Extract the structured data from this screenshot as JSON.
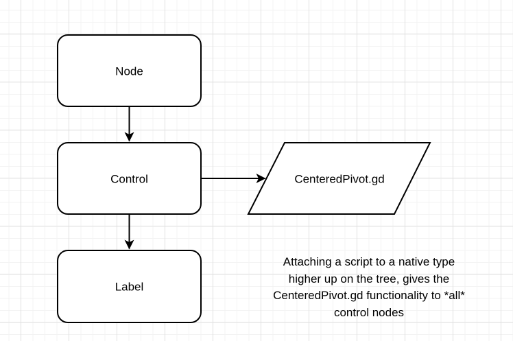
{
  "diagram": {
    "canvas": {
      "background_color": "#ffffff",
      "minor_grid_color": "#f3f3f3",
      "major_grid_color": "#e0e0e0",
      "shape_fill": "#ffffff",
      "shape_stroke": "#000000"
    },
    "nodes": [
      {
        "id": "node",
        "label": "Node",
        "shape": "rounded-rectangle"
      },
      {
        "id": "control",
        "label": "Control",
        "shape": "rounded-rectangle"
      },
      {
        "id": "label",
        "label": "Label",
        "shape": "rounded-rectangle"
      },
      {
        "id": "script",
        "label": "CenteredPivot.gd",
        "shape": "parallelogram"
      }
    ],
    "edges": [
      {
        "from": "Node",
        "to": "Control"
      },
      {
        "from": "Control",
        "to": "CenteredPivot.gd"
      },
      {
        "from": "Control",
        "to": "Label"
      }
    ],
    "annotation": "Attaching a script to a native type\nhigher up on the tree, gives the\nCenteredPivot.gd functionality to *all*\ncontrol nodes"
  }
}
